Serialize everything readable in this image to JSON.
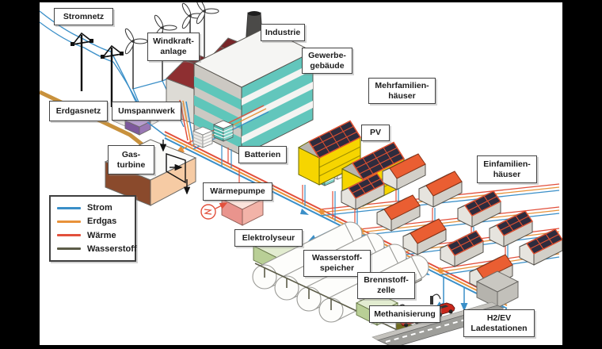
{
  "diagram": {
    "labels": {
      "stromnetz": "Stromnetz",
      "windkraftanlage": "Windkraft-\nanlage",
      "industrie": "Industrie",
      "erdgasnetz": "Erdgasnetz",
      "umspannwerk": "Umspannwerk",
      "gewerbegebaeude": "Gewerbe-\ngebäude",
      "mehrfamilienhaeuser": "Mehrfamilien-\nhäuser",
      "pv": "PV",
      "gasturbine": "Gas-\nturbine",
      "batterien": "Batterien",
      "waermepumpe": "Wärmepumpe",
      "einfamilienhaeuser": "Einfamilien-\nhäuser",
      "elektrolyseur": "Elektrolyseur",
      "wasserstoffspeicher": "Wasserstoff-\nspeicher",
      "brennstoffzelle": "Brennstoff-\nzelle",
      "methanisierung": "Methanisierung",
      "h2ev_ladestationen": "H2/EV\nLadestationen"
    },
    "legend": {
      "items": [
        {
          "label": "Strom",
          "color": "#3a8fc8"
        },
        {
          "label": "Erdgas",
          "color": "#e8923a"
        },
        {
          "label": "Wärme",
          "color": "#e2503c"
        },
        {
          "label": "Wasserstoff",
          "color": "#5c5c48"
        }
      ]
    },
    "colors": {
      "strom": "#3a8fc8",
      "erdgas": "#e8923a",
      "waerme": "#e2503c",
      "wasserstoff": "#5c5c48",
      "erdgas_pipe": "#c8913c",
      "pv_panel": "#2e2c3e",
      "house_roof": "#ea5e32",
      "mehrfamilien_wall": "#f6d500",
      "gewerbe_facade": "#62c6bc",
      "industrie_roof": "#8e2f31",
      "umspannwerk": "#7d589c",
      "gasturbine": "#8a4a2c",
      "waermepumpe": "#e9948d",
      "elektrolyseur": "#b9cf96",
      "frame": "#000000"
    }
  }
}
